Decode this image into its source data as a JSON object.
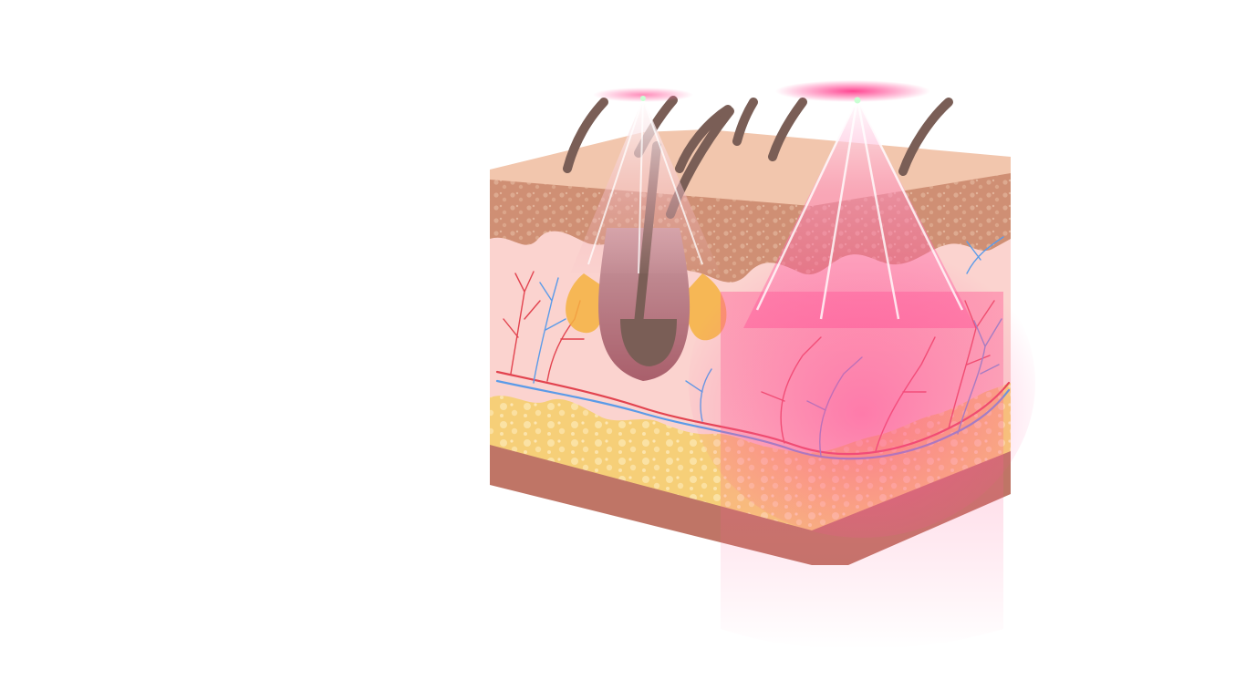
{
  "diagram": {
    "subject": "skin-cross-section-with-light-beams",
    "text_labels": []
  },
  "colors": {
    "background": "#ffffff",
    "skin_top": "#f2c6ad",
    "epidermis": "#cf8f74",
    "dermis": "#fbd3cf",
    "fat": "#f7d37c",
    "muscle": "#bf7566",
    "hair": "#7a5e56",
    "follicle": "#b56e77",
    "sebaceous_gland": "#f4b23f",
    "artery": "#e2434f",
    "vein": "#5b9be8",
    "light_glow": "#ff3d8d"
  },
  "elements": {
    "hairs": 7,
    "light_beams": 2,
    "skin_layers": [
      "surface",
      "epidermis",
      "dermis",
      "subcutaneous-fat",
      "muscle"
    ]
  }
}
